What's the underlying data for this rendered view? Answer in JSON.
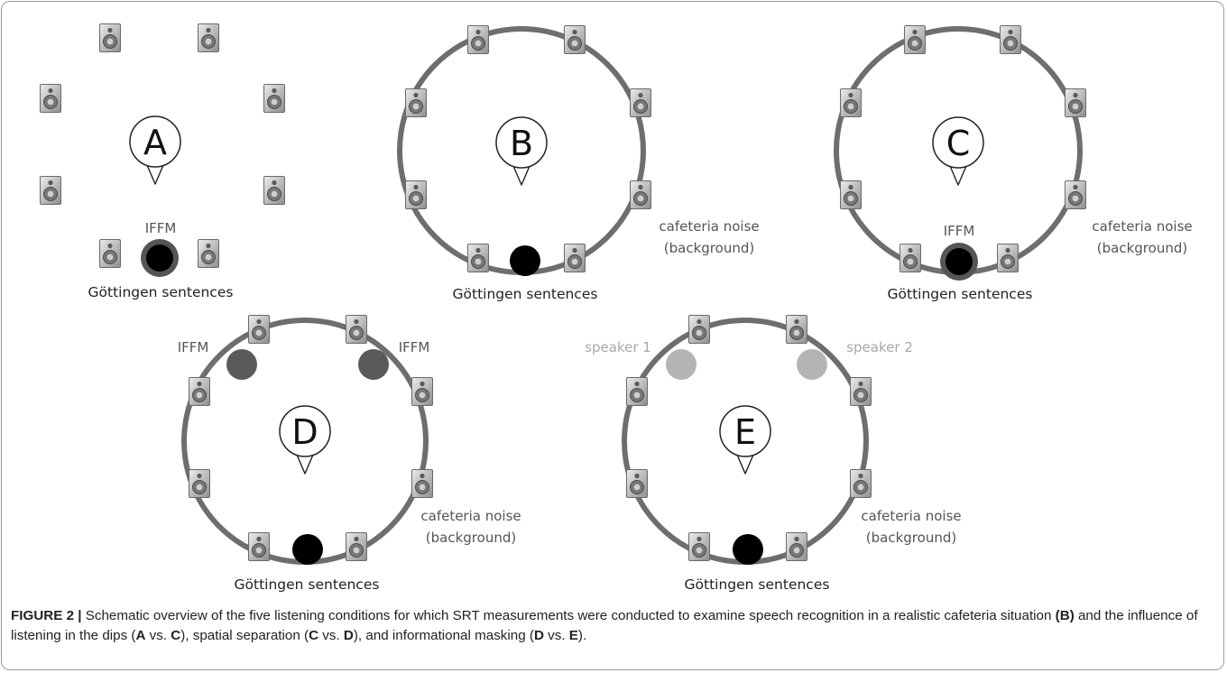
{
  "panels": [
    {
      "id": "A",
      "letter": "A",
      "ring": false,
      "labels": {
        "ifm": "IFFM",
        "sentences": "Göttingen sentences"
      }
    },
    {
      "id": "B",
      "letter": "B",
      "ring": true,
      "labels": {
        "sentences": "Göttingen sentences",
        "noise_line1": "cafeteria noise",
        "noise_line2": "(background)"
      }
    },
    {
      "id": "C",
      "letter": "C",
      "ring": true,
      "labels": {
        "ifm": "IFFM",
        "sentences": "Göttingen sentences",
        "noise_line1": "cafeteria noise",
        "noise_line2": "(background)"
      }
    },
    {
      "id": "D",
      "letter": "D",
      "ring": true,
      "labels": {
        "ifm_left": "IFFM",
        "ifm_right": "IFFM",
        "sentences": "Göttingen sentences",
        "noise_line1": "cafeteria noise",
        "noise_line2": "(background)"
      }
    },
    {
      "id": "E",
      "letter": "E",
      "ring": true,
      "labels": {
        "speaker1": "speaker 1",
        "speaker2": "speaker 2",
        "sentences": "Göttingen sentences",
        "noise_line1": "cafeteria noise",
        "noise_line2": "(background)"
      }
    }
  ],
  "caption": {
    "figure_label": "FIGURE 2 |",
    "part1": " Schematic overview of the five listening conditions for which SRT measurements were conducted to examine speech recognition in a realistic cafeteria situation ",
    "b_ref": "(B)",
    "part2": " and the influence of listening in the dips (",
    "a1": "A",
    "vs1": " vs. ",
    "c1": "C",
    "part3": "), spatial separation (",
    "c2": "C",
    "vs2": " vs. ",
    "d1": "D",
    "part4": "), and informational masking (",
    "d2": "D",
    "vs3": " vs. ",
    "e1": "E",
    "part5": ")."
  },
  "colors": {
    "ring": "#6e6e6e",
    "speech_source": "#000000",
    "ifm_source": "#5a5a5a",
    "competing_speaker": "#b4b4b4",
    "label_text": "#555555",
    "light_label_text": "#a8a8a8"
  },
  "icons": {
    "loudspeaker": "loudspeaker-icon",
    "listener_pin": "listener-pin-icon"
  }
}
